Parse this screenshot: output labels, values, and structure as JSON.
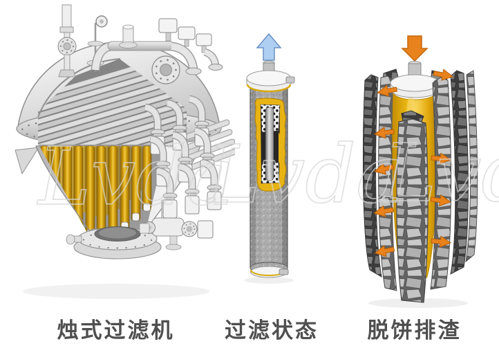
{
  "watermark": {
    "text": "Lvda"
  },
  "figures": {
    "machine": {
      "label": "烛式过滤机"
    },
    "filtering": {
      "label": "过滤状态"
    },
    "discharge": {
      "label": "脱饼排渣"
    }
  },
  "colors": {
    "arrow_blue_fill": "#aecff2",
    "arrow_blue_stroke": "#6b92c4",
    "arrow_orange": "#e8821c",
    "candle_yellow": "#eab712",
    "cake_gray": "#a7a7a7",
    "label_text": "#4f4f4f"
  }
}
